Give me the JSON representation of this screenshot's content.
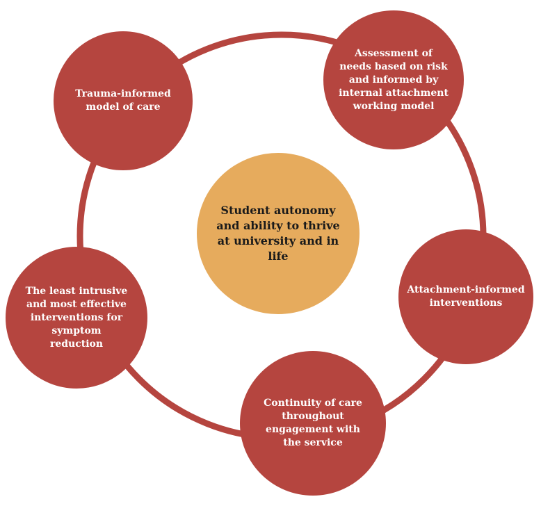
{
  "colors": {
    "node": "#b5453f",
    "center": "#e6ab5d",
    "ring": "#b5453f"
  },
  "center": {
    "label": "Student autonomy and ability to thrive at university and in life"
  },
  "nodes": [
    {
      "label": "Trauma-informed model of care"
    },
    {
      "label": "Assessment of needs based on risk and informed by internal attachment working model"
    },
    {
      "label": "Attachment-informed interventions"
    },
    {
      "label": "Continuity of care throughout engagement with the service"
    },
    {
      "label": "The least intrusive and most effective interventions for symptom reduction"
    }
  ]
}
